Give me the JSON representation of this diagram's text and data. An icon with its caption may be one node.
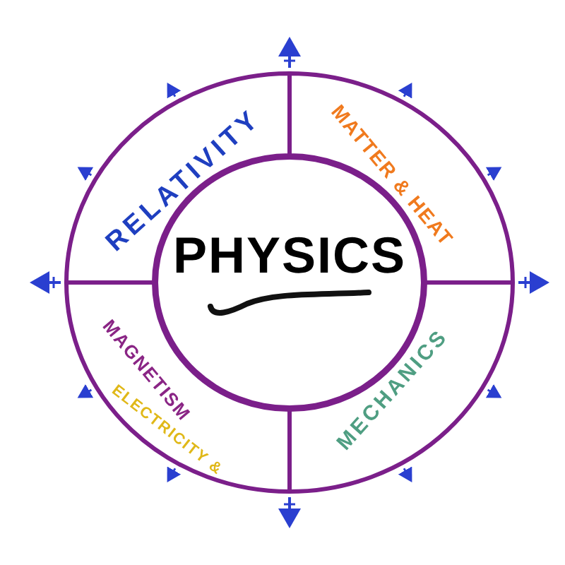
{
  "diagram": {
    "nodes": [
      {
        "text": [
          "PHYSICS"
        ]
      },
      {
        "text": [
          "RELATIVITY"
        ]
      },
      {
        "text": [
          "MATTER & HEAT"
        ]
      },
      {
        "text": [
          "MECHANICS"
        ]
      },
      {
        "text": [
          "ELECTRICITY &",
          "MAGNETISM"
        ]
      }
    ]
  }
}
